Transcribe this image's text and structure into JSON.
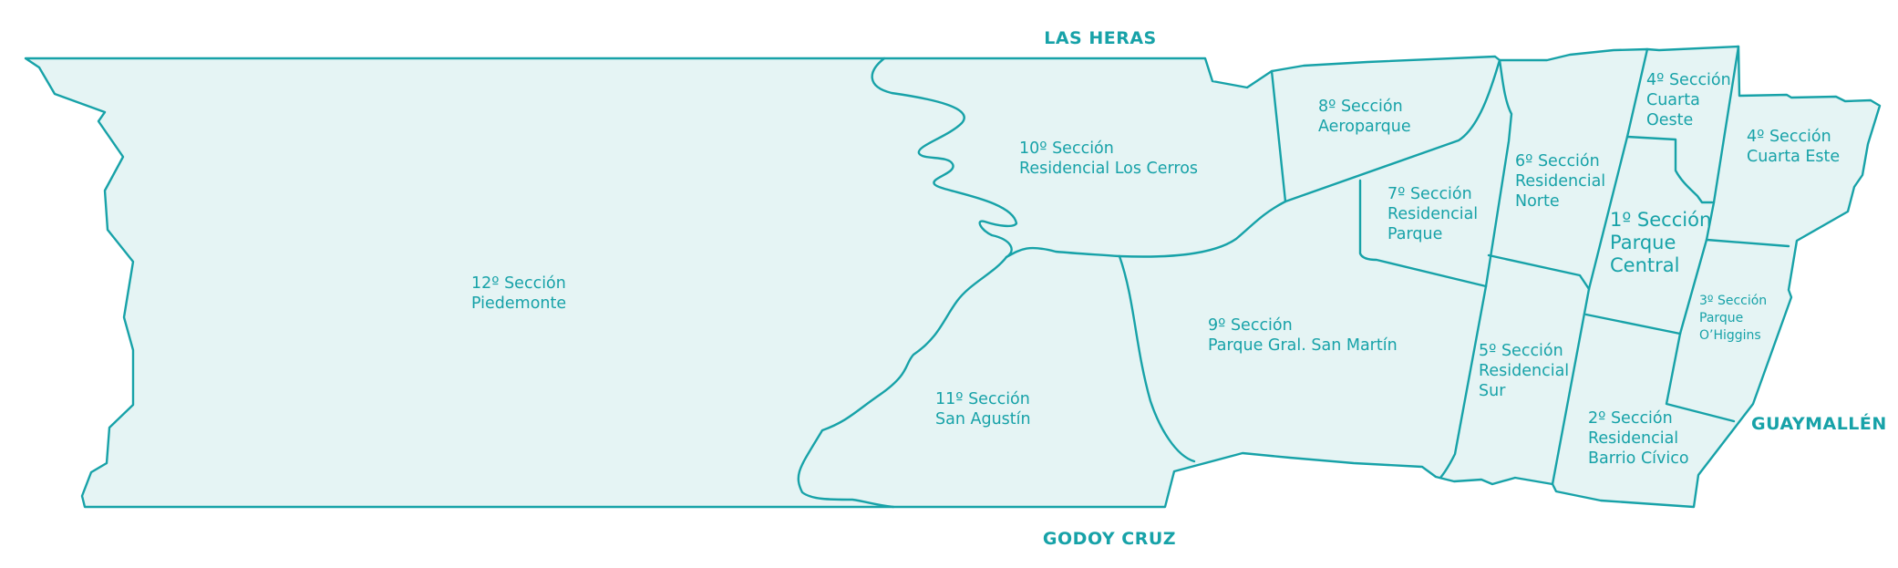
{
  "map": {
    "colors": {
      "fill": "#e5f4f4",
      "stroke": "#17a2a8",
      "text": "#17a2a8"
    },
    "neighbors": {
      "north": "LAS HERAS",
      "south": "GODOY CRUZ",
      "east": "GUAYMALLÉN"
    },
    "sections": [
      {
        "id": "s12",
        "lines": [
          "12º Sección",
          "Piedemonte"
        ]
      },
      {
        "id": "s10",
        "lines": [
          "10º Sección",
          "Residencial Los Cerros"
        ]
      },
      {
        "id": "s8",
        "lines": [
          "8º Sección",
          "Aeroparque"
        ]
      },
      {
        "id": "s7",
        "lines": [
          "7º Sección",
          "Residencial",
          "Parque"
        ]
      },
      {
        "id": "s6",
        "lines": [
          "6º Sección",
          "Residencial",
          "Norte"
        ]
      },
      {
        "id": "s4o",
        "lines": [
          "4º Sección",
          "Cuarta",
          "Oeste"
        ]
      },
      {
        "id": "s4e",
        "lines": [
          "4º Sección",
          "Cuarta Este"
        ]
      },
      {
        "id": "s1",
        "lines": [
          "1º Sección",
          "Parque",
          "Central"
        ]
      },
      {
        "id": "s3",
        "lines": [
          "3º Sección",
          "Parque",
          "O’Higgins"
        ]
      },
      {
        "id": "s9",
        "lines": [
          "9º Sección",
          "Parque Gral. San Martín"
        ]
      },
      {
        "id": "s11",
        "lines": [
          "11º Sección",
          "San Agustín"
        ]
      },
      {
        "id": "s5",
        "lines": [
          "5º Sección",
          "Residencial",
          "Sur"
        ]
      },
      {
        "id": "s2",
        "lines": [
          "2º Sección",
          "Residencial",
          "Barrio Cívico"
        ]
      }
    ]
  }
}
